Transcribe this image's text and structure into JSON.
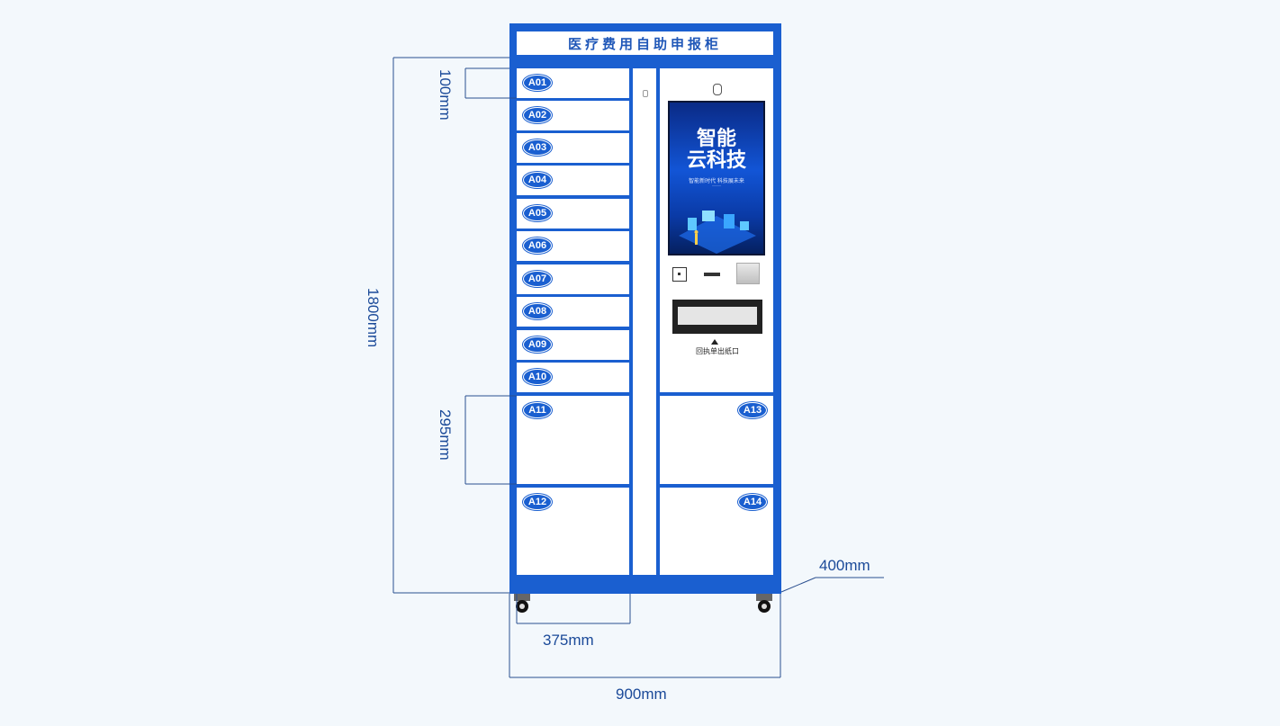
{
  "cabinet": {
    "title": "医疗费用自助申报柜",
    "lockers": [
      {
        "id": "A01"
      },
      {
        "id": "A02"
      },
      {
        "id": "A03"
      },
      {
        "id": "A04"
      },
      {
        "id": "A05"
      },
      {
        "id": "A06"
      },
      {
        "id": "A07"
      },
      {
        "id": "A08"
      },
      {
        "id": "A09"
      },
      {
        "id": "A10"
      },
      {
        "id": "A11"
      },
      {
        "id": "A12"
      },
      {
        "id": "A13"
      },
      {
        "id": "A14"
      }
    ],
    "screen": {
      "line1": "智能",
      "line2": "云科技",
      "line3": "智能新时代 科技展未来",
      "line4": "·····"
    },
    "slot_label": "回执单出纸口"
  },
  "dimensions": {
    "small_locker_height": "100mm",
    "total_height": "1800mm",
    "large_locker_height": "295mm",
    "depth": "400mm",
    "locker_width": "375mm",
    "total_width": "900mm"
  },
  "colors": {
    "cabinet": "#1a5fd0",
    "background": "#f3f8fc",
    "dimension_text": "#1b4a99"
  }
}
